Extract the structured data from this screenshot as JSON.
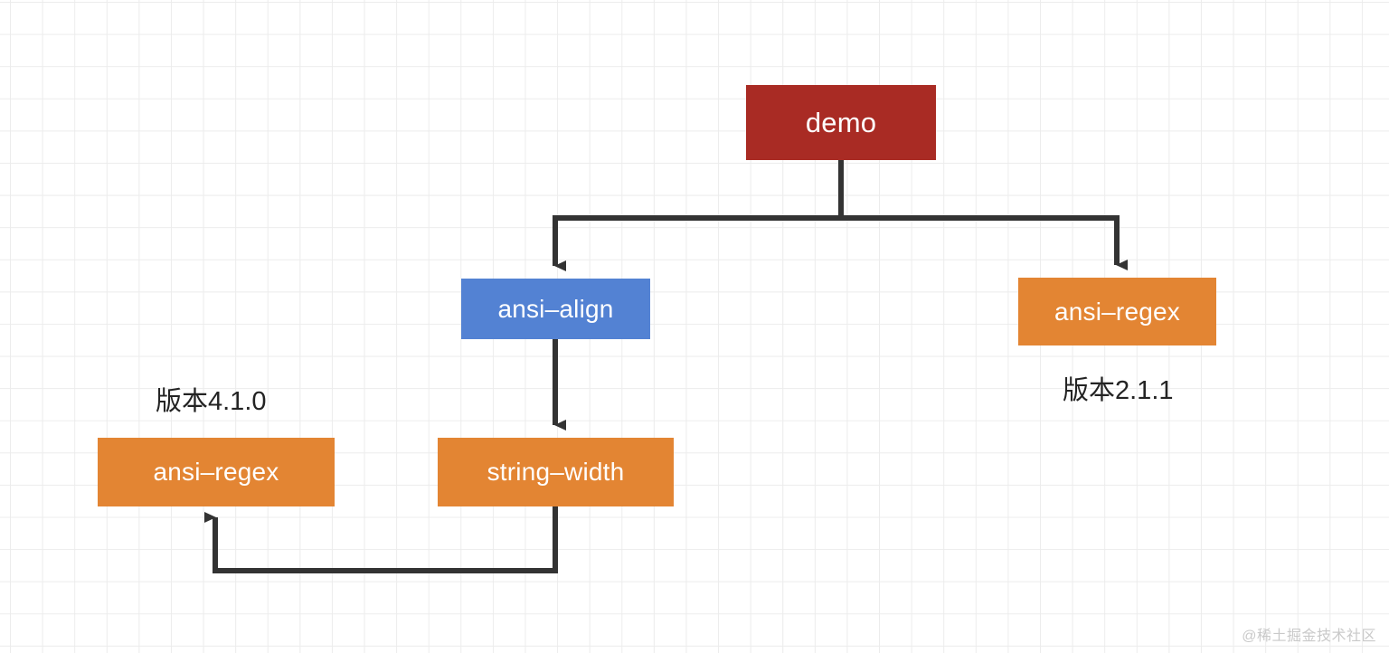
{
  "diagram": {
    "type": "dependency-tree",
    "title": "npm dependency tree diagram",
    "nodes": [
      {
        "id": "demo",
        "label": "demo",
        "color": "#a92b24",
        "role": "root-package"
      },
      {
        "id": "ansi-align",
        "label": "ansi–align",
        "color": "#5382d3",
        "role": "dependency"
      },
      {
        "id": "ansi-regex-right",
        "label": "ansi–regex",
        "color": "#e38533",
        "role": "dependency"
      },
      {
        "id": "ansi-regex-left",
        "label": "ansi–regex",
        "color": "#e38533",
        "role": "dependency"
      },
      {
        "id": "string-width",
        "label": "string–width",
        "color": "#e38533",
        "role": "dependency"
      }
    ],
    "edges": [
      {
        "from": "demo",
        "to": "ansi-align"
      },
      {
        "from": "demo",
        "to": "ansi-regex-right"
      },
      {
        "from": "ansi-align",
        "to": "string-width"
      },
      {
        "from": "string-width",
        "to": "ansi-regex-left"
      }
    ],
    "annotations": [
      {
        "id": "version-left",
        "text": "版本4.1.0",
        "attached_to": "ansi-regex-left"
      },
      {
        "id": "version-right",
        "text": "版本2.1.1",
        "attached_to": "ansi-regex-right"
      }
    ],
    "watermark": "@稀土掘金技术社区",
    "colors": {
      "root": "#a92b24",
      "blue": "#5382d3",
      "orange": "#e38533",
      "edge": "#333333",
      "grid": "#ececec",
      "background": "#ffffff",
      "label_text": "#232323",
      "watermark_text": "#c9c9c9"
    }
  }
}
